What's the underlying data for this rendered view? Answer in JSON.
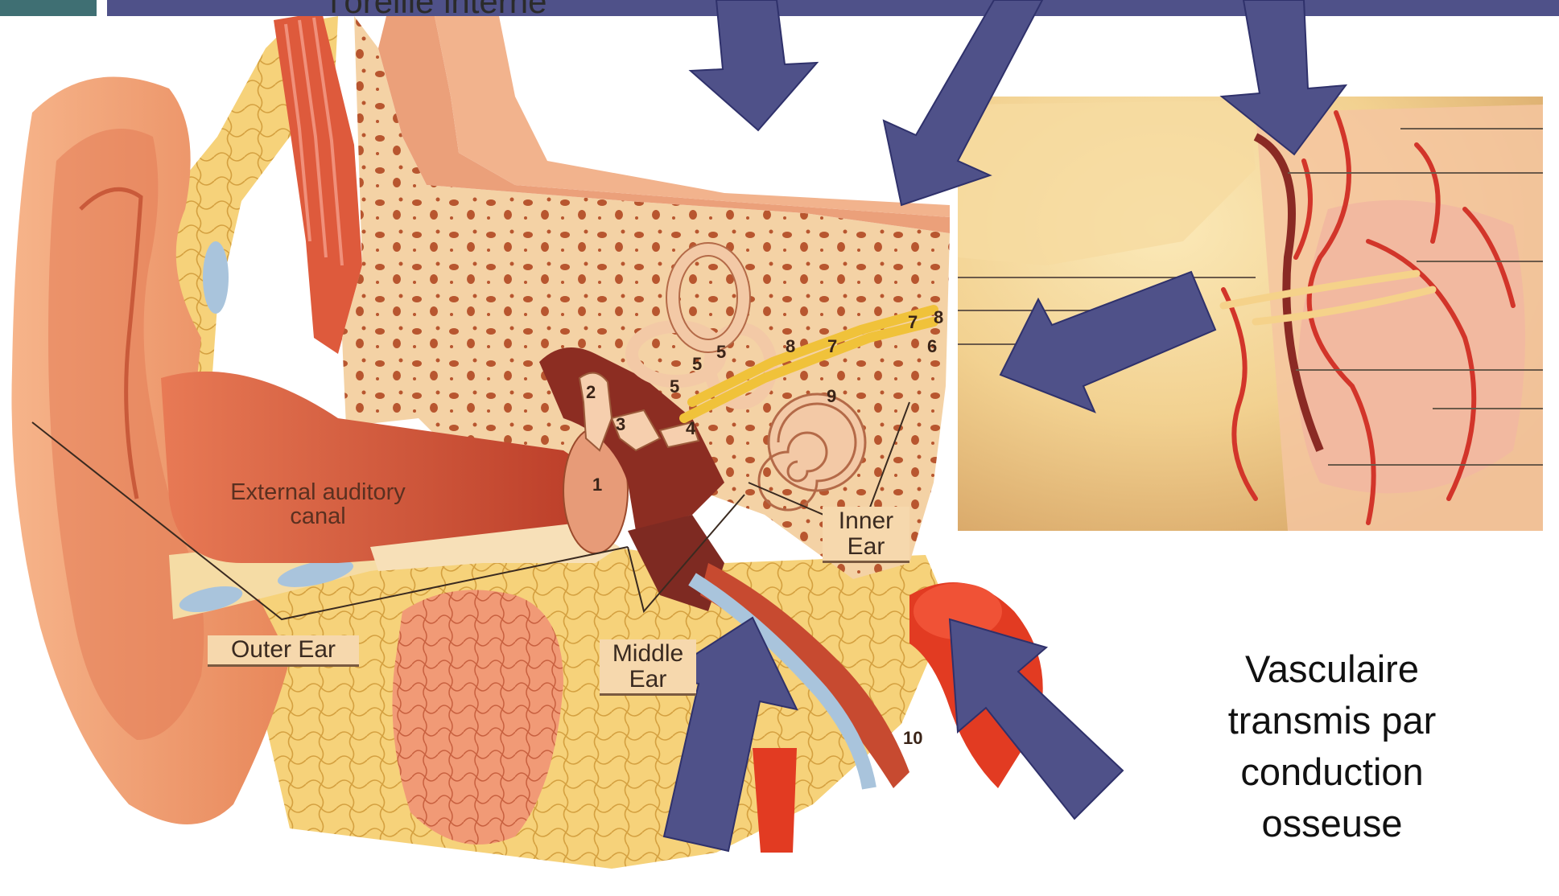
{
  "slide": {
    "title_fragment": "l'oreille interne"
  },
  "diagram": {
    "labels": {
      "external_canal_line1": "External auditory",
      "external_canal_line2": "canal",
      "outer_ear": "Outer Ear",
      "middle_ear_line1": "Middle",
      "middle_ear_line2": "Ear",
      "inner_ear_line1": "Inner",
      "inner_ear_line2": "Ear"
    },
    "numbers": {
      "n1": "1",
      "n2": "2",
      "n3": "3",
      "n4": "4",
      "n5a": "5",
      "n5b": "5",
      "n5c": "5",
      "n6": "6",
      "n7a": "7",
      "n7b": "7",
      "n8a": "8",
      "n8b": "8",
      "n9": "9",
      "n10": "10"
    }
  },
  "caption": {
    "line1": "Vasculaire",
    "line2": "transmis par",
    "line3": "conduction",
    "line4": "osseuse"
  },
  "colors": {
    "banner": "#4f5189",
    "arrow": "#4f5189",
    "skin": "#ef9a6c",
    "bone": "#f3c896",
    "fat": "#f4cf6a",
    "artery": "#e43a22"
  }
}
